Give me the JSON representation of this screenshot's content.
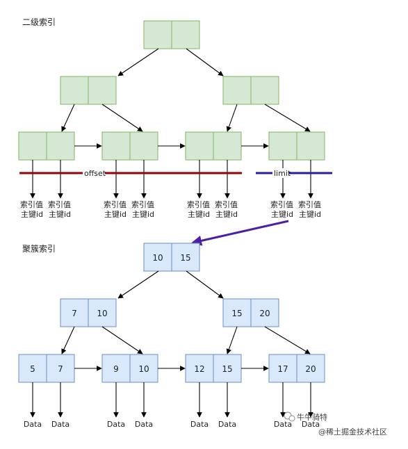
{
  "secondary_index": {
    "title": "二级索引",
    "leaf_labels": [
      "索引值",
      "主键id"
    ],
    "offset_label": "offset",
    "limit_label": "limit"
  },
  "clustered_index": {
    "title": "聚簇索引",
    "root": [
      "10",
      "15"
    ],
    "internal": [
      [
        "7",
        "10"
      ],
      [
        "15",
        "20"
      ]
    ],
    "leaves": [
      [
        "5",
        "7"
      ],
      [
        "9",
        "10"
      ],
      [
        "12",
        "15"
      ],
      [
        "17",
        "20"
      ]
    ],
    "data_label": "Data"
  },
  "colors": {
    "secondary_fill": "#d5e8d4",
    "secondary_stroke": "#82b366",
    "clustered_fill": "#dae8fc",
    "clustered_stroke": "#6c8ebf",
    "offset_line": "#990000",
    "limit_line": "#2a1aa8",
    "pointer_arrow": "#4b1fa8"
  },
  "watermark": {
    "author": "牛牛骑特",
    "site": "@稀土掘金技术社区"
  }
}
